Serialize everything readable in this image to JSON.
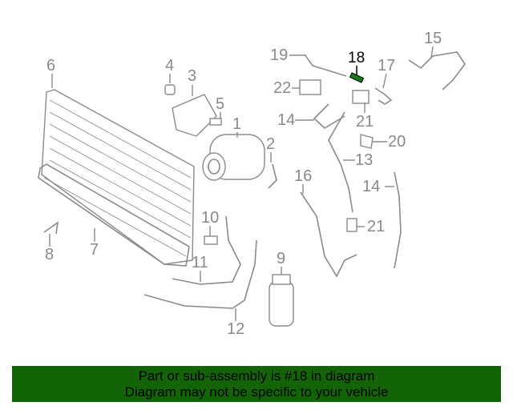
{
  "callouts": [
    {
      "id": "6",
      "label": "6"
    },
    {
      "id": "4",
      "label": "4"
    },
    {
      "id": "3",
      "label": "3"
    },
    {
      "id": "5",
      "label": "5"
    },
    {
      "id": "1",
      "label": "1"
    },
    {
      "id": "2",
      "label": "2"
    },
    {
      "id": "7",
      "label": "7"
    },
    {
      "id": "8",
      "label": "8"
    },
    {
      "id": "10",
      "label": "10"
    },
    {
      "id": "11",
      "label": "11"
    },
    {
      "id": "9",
      "label": "9"
    },
    {
      "id": "12",
      "label": "12"
    },
    {
      "id": "16",
      "label": "16"
    },
    {
      "id": "14a",
      "label": "14"
    },
    {
      "id": "13",
      "label": "13"
    },
    {
      "id": "14b",
      "label": "14"
    },
    {
      "id": "21a",
      "label": "21"
    },
    {
      "id": "21b",
      "label": "21"
    },
    {
      "id": "20",
      "label": "20"
    },
    {
      "id": "19",
      "label": "19"
    },
    {
      "id": "22",
      "label": "22"
    },
    {
      "id": "18",
      "label": "18"
    },
    {
      "id": "17",
      "label": "17"
    },
    {
      "id": "15",
      "label": "15"
    }
  ],
  "highlight": {
    "part": "18",
    "color": "#1a7a1a"
  },
  "banner": {
    "line1": "Part or sub-assembly is #18 in diagram",
    "line2": "Diagram may not be specific to your vehicle",
    "color": "#136307"
  }
}
